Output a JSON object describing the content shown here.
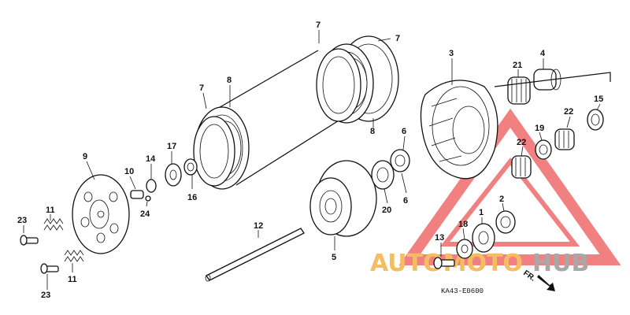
{
  "diagram": {
    "callouts": [
      "7",
      "7",
      "7",
      "8",
      "8",
      "3",
      "21",
      "4",
      "15",
      "22",
      "22",
      "19",
      "9",
      "10",
      "14",
      "17",
      "16",
      "24",
      "6",
      "6",
      "20",
      "5",
      "12",
      "1",
      "2",
      "18",
      "13",
      "11",
      "11",
      "23",
      "23"
    ],
    "code": "KA43-E0600",
    "direction": "FR.",
    "watermark": {
      "part1": "AUTOMOTO",
      "part2": "HUB"
    }
  }
}
